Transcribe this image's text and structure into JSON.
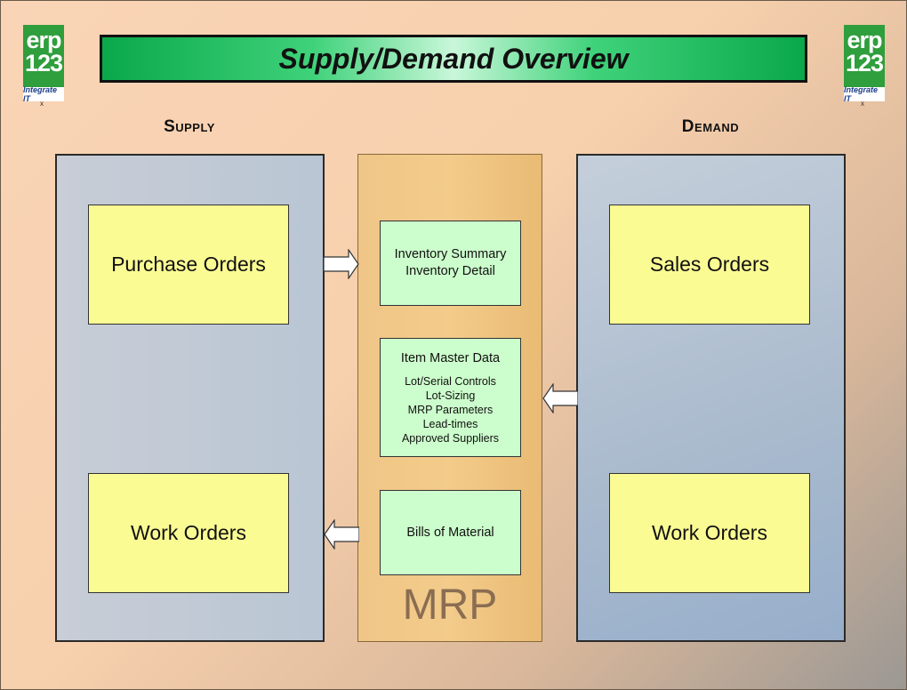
{
  "title": "Supply/Demand Overview",
  "logo": {
    "top": "erp",
    "middle": "123",
    "tagline": "Integrate IT",
    "mark": "x"
  },
  "supply": {
    "heading": "Supply",
    "boxes": [
      "Purchase Orders",
      "Work Orders"
    ]
  },
  "demand": {
    "heading": "Demand",
    "boxes": [
      "Sales Orders",
      "Work Orders"
    ]
  },
  "mrp": {
    "label": "MRP",
    "inventory": [
      "Inventory Summary",
      "Inventory Detail"
    ],
    "item_master": {
      "title": "Item Master Data",
      "items": [
        "Lot/Serial Controls",
        "Lot-Sizing",
        "MRP Parameters",
        "Lead-times",
        "Approved Suppliers"
      ]
    },
    "bom": "Bills of Material"
  },
  "colors": {
    "title_green": "#0aa84a",
    "yellow_box": "#fbfb94",
    "green_box": "#ccfdcc",
    "mrp_orange": "#f3cb8a",
    "panel_blue": "#b9c6d4"
  }
}
